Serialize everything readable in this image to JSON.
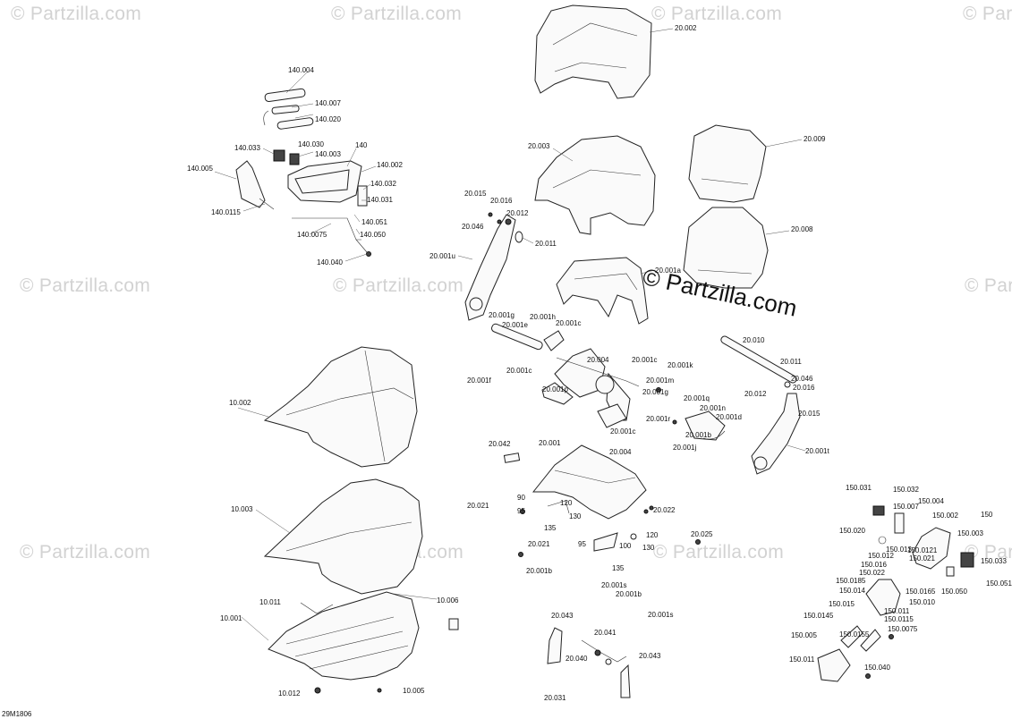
{
  "figure_id": "29M1806",
  "watermark": "© Partzilla.com",
  "callouts": {
    "c140004": "140.004",
    "c140007": "140.007",
    "c140020": "140.020",
    "c140033": "140.033",
    "c140030": "140.030",
    "c140": "140",
    "c140003": "140.003",
    "c140002": "140.002",
    "c140005": "140.005",
    "c140032": "140.032",
    "c140031": "140.031",
    "c1400115": "140.0115",
    "c140051": "140.051",
    "c1400075": "140.0075",
    "c140050": "140.050",
    "c140040": "140.040",
    "c20002": "20.002",
    "c20003": "20.003",
    "c20009": "20.009",
    "c20008": "20.008",
    "c20015a": "20.015",
    "c20016a": "20.016",
    "c20012a": "20.012",
    "c20046a": "20.046",
    "c20011a": "20.011",
    "c20001u": "20.001u",
    "c20001a": "20.001a",
    "c20001g": "20.001g",
    "c20001h": "20.001h",
    "c20001e": "20.001e",
    "c20001c1": "20.001c",
    "c20001f": "20.001f",
    "c20004a": "20.004",
    "c20001c2": "20.001c",
    "c20001c3": "20.001c",
    "c20001k": "20.001k",
    "c20001m": "20.001m",
    "c20001p": "20.001p",
    "c20001g2": "20.001g",
    "c20001q": "20.001q",
    "c20001r": "20.001r",
    "c20001n": "20.001n",
    "c20001d": "20.001d",
    "c20001b": "20.001b",
    "c20001j": "20.001j",
    "c20001c4": "20.001c",
    "c20010": "20.010",
    "c20011b": "20.011",
    "c20012b": "20.012",
    "c20046b": "20.046",
    "c20016b": "20.016",
    "c20015b": "20.015",
    "c20001t": "20.001t",
    "c10002": "10.002",
    "c10003": "10.003",
    "c10011": "10.011",
    "c10006": "10.006",
    "c10001": "10.001",
    "c10012": "10.012",
    "c10005": "10.005",
    "c20042": "20.042",
    "c20001": "20.001",
    "c20004b": "20.004",
    "c90": "90",
    "c95a": "95",
    "c120a": "120",
    "c130a": "130",
    "c135a": "135",
    "c20021a": "20.021",
    "c20022": "20.022",
    "c20021b": "20.021",
    "c95b": "95",
    "c100": "100",
    "c120b": "120",
    "c130b": "130",
    "c135b": "135",
    "c20025": "20.025",
    "c20001b2": "20.001b",
    "c20001s": "20.001s",
    "c20001b3": "20.001b",
    "c20001s2": "20.001s",
    "c20043a": "20.043",
    "c20041": "20.041",
    "c20040": "20.040",
    "c20043b": "20.043",
    "c20031": "20.031",
    "c150031": "150.031",
    "c150032": "150.032",
    "c150004": "150.004",
    "c150": "150",
    "c150020": "150.020",
    "c150007": "150.007",
    "c150002": "150.002",
    "c150003": "150.003",
    "c150033": "150.033",
    "c150013": "150.013",
    "c150012": "150.012",
    "c1500121": "150.0121",
    "c150016": "150.016",
    "c1500185": "150.0185",
    "c150021": "150.021",
    "c150022": "150.022",
    "c1500165": "150.0165",
    "c150014": "150.014",
    "c150010": "150.010",
    "c150051": "150.051",
    "c150050": "150.050",
    "c150015": "150.015",
    "c150011a": "150.011",
    "c1500145": "150.0145",
    "c1500115": "150.0115",
    "c1500155": "150.0155",
    "c1500075": "150.0075",
    "c150005": "150.005",
    "c150011b": "150.011",
    "c150040": "150.040"
  }
}
